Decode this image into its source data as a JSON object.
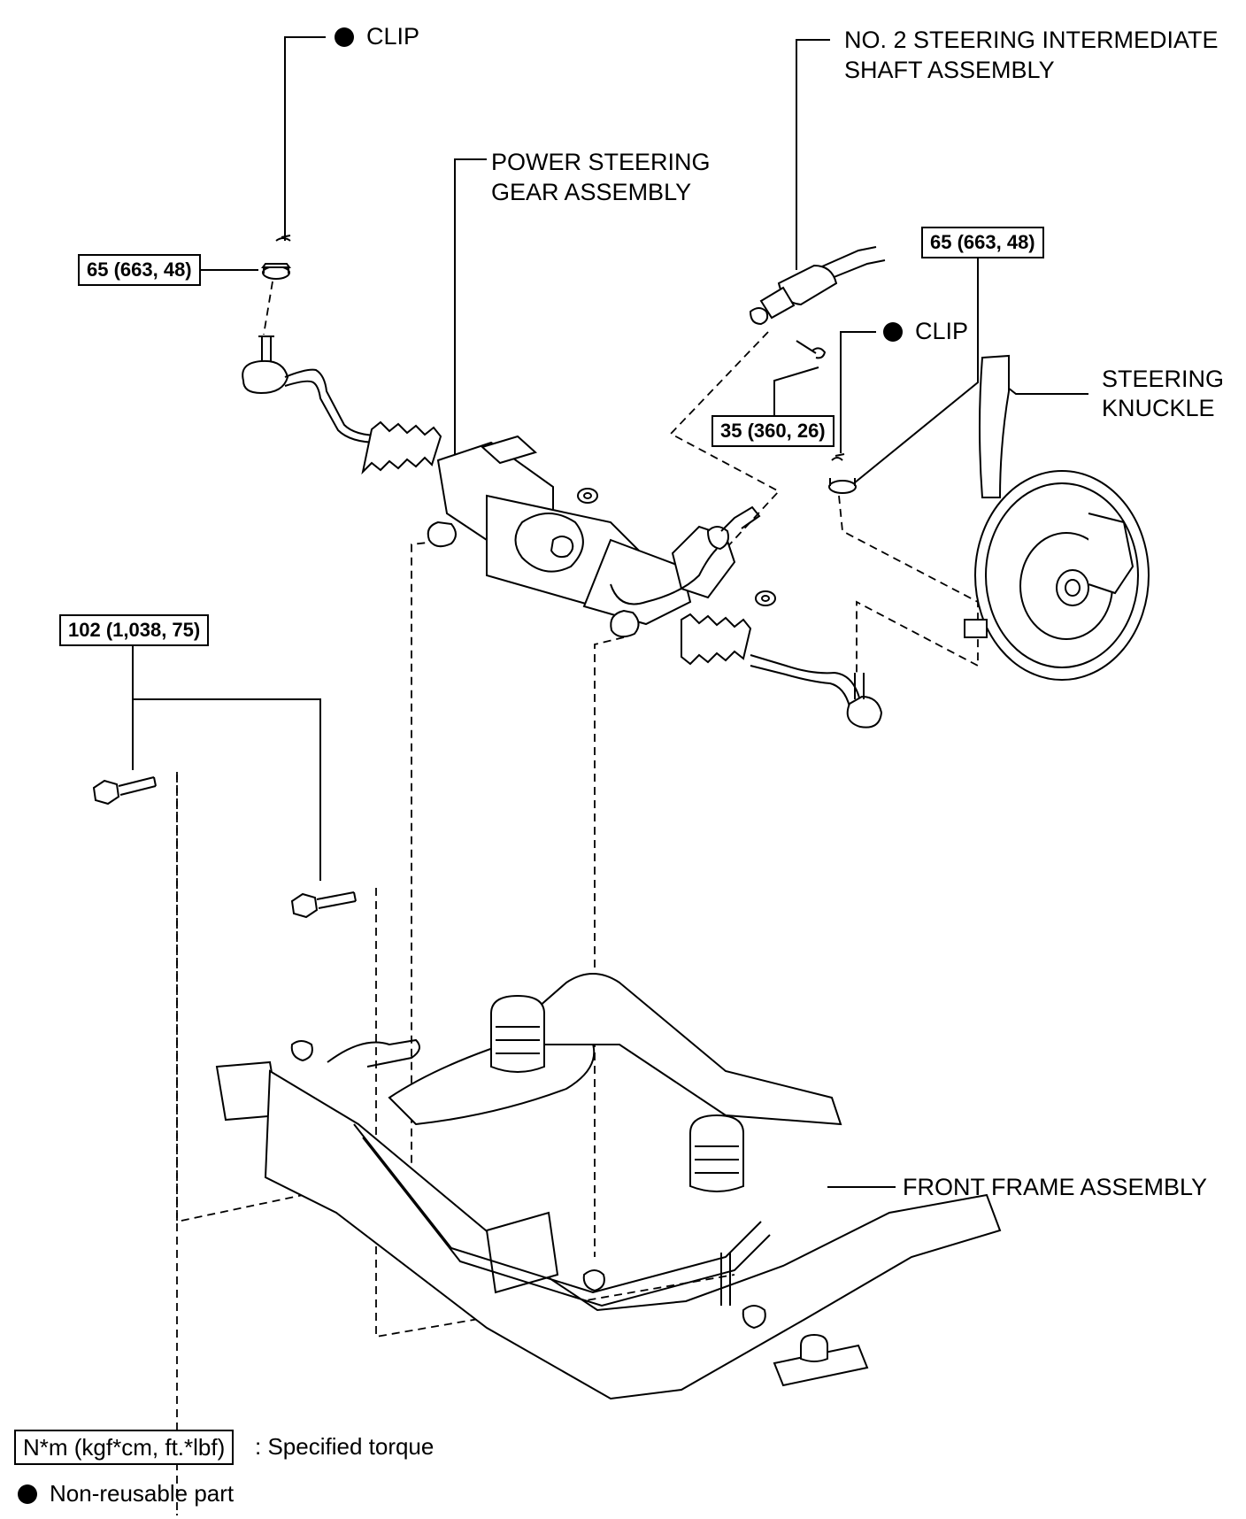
{
  "labels": {
    "clip_left": "CLIP",
    "clip_right": "CLIP",
    "intermediate_shaft_line1": "NO. 2 STEERING INTERMEDIATE",
    "intermediate_shaft_line2": "SHAFT ASSEMBLY",
    "power_steering_line1": "POWER STEERING",
    "power_steering_line2": "GEAR ASSEMBLY",
    "steering_knuckle_line1": "STEERING",
    "steering_knuckle_line2": "KNUCKLE",
    "front_frame": "FRONT FRAME ASSEMBLY"
  },
  "torques": {
    "tie_rod_left": "65 (663, 48)",
    "tie_rod_right": "65 (663, 48)",
    "shaft_bolt": "35 (360, 26)",
    "frame_bolts": "102 (1,038, 75)"
  },
  "legend": {
    "torque_unit": "N*m (kgf*cm, ft.*lbf)",
    "torque_desc": ": Specified torque",
    "nonreusable": "Non-reusable part"
  }
}
